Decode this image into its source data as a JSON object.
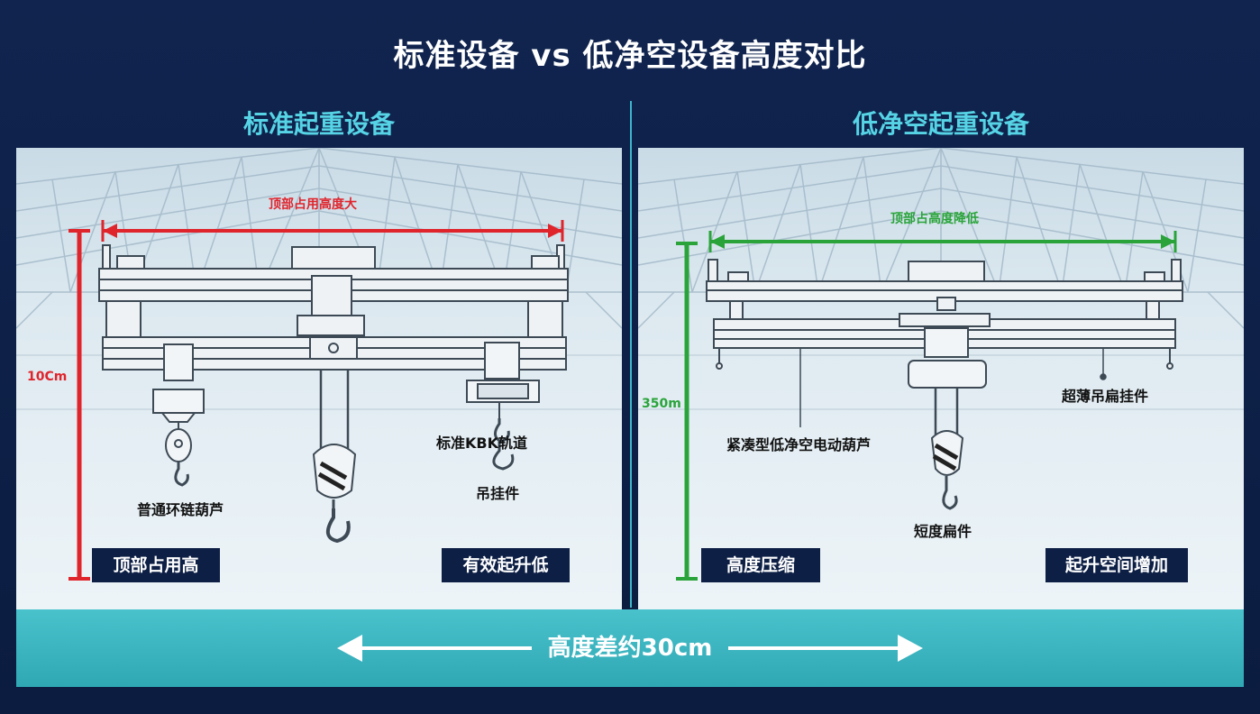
{
  "title": "标准设备 vs 低净空设备高度对比",
  "colors": {
    "standard_accent": "#e0242c",
    "lowclear_accent": "#2aa43a",
    "section_title": "#56d4e6",
    "band": "#3bb5c0",
    "tag_bg": "#0d1f45"
  },
  "standard": {
    "heading": "标准起重设备",
    "top_dim": "顶部占用高度大",
    "height_dim": "10Cm",
    "labels": {
      "chain_hoist": "普通环链葫芦",
      "rail": "标准KBK轨道",
      "hanger": "吊挂件"
    },
    "tags": {
      "left": "顶部占用高",
      "right": "有效起升低"
    }
  },
  "lowclear": {
    "heading": "低净空起重设备",
    "top_dim": "顶部占高度降低",
    "height_dim": "350m",
    "labels": {
      "compact_hoist": "紧凑型低净空电动葫芦",
      "thin_hanger": "超薄吊扁挂件",
      "short_hook": "短度扁件"
    },
    "tags": {
      "left": "高度压缩",
      "right": "起升空间增加"
    }
  },
  "bottom": {
    "difference": "高度差约30cm"
  }
}
